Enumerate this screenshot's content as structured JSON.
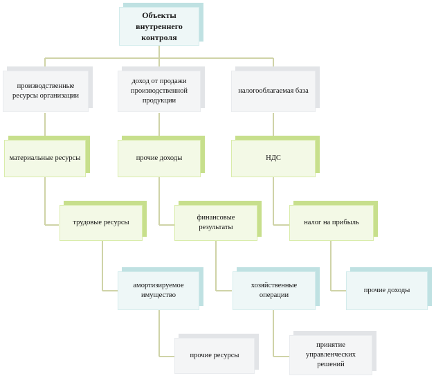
{
  "diagram": {
    "root": "Объекты внутреннего контроля",
    "nodes": {
      "production_resources": "производственные ресурсы организации",
      "income_from_sales": "доход от продажи производственной продукции",
      "tax_base": "налогооблагаемая база",
      "material_resources": "материальные ресурсы",
      "other_income_1": "прочие доходы",
      "vat": "НДС",
      "labor_resources": "трудовые ресурсы",
      "financial_results": "финансовые результаты",
      "profit_tax": "налог на прибыль",
      "depreciable_property": "амортизируемое имущество",
      "business_operations": "хозяйственные операции",
      "other_income_2": "прочие доходы",
      "other_resources": "прочие ресурсы",
      "management_decisions": "принятие управленческих решений"
    },
    "colors": {
      "connector": "#cfd3a7",
      "gray_box": "#f4f5f6",
      "green_box": "#f3f9e6",
      "teal_box": "#eef7f7"
    }
  }
}
